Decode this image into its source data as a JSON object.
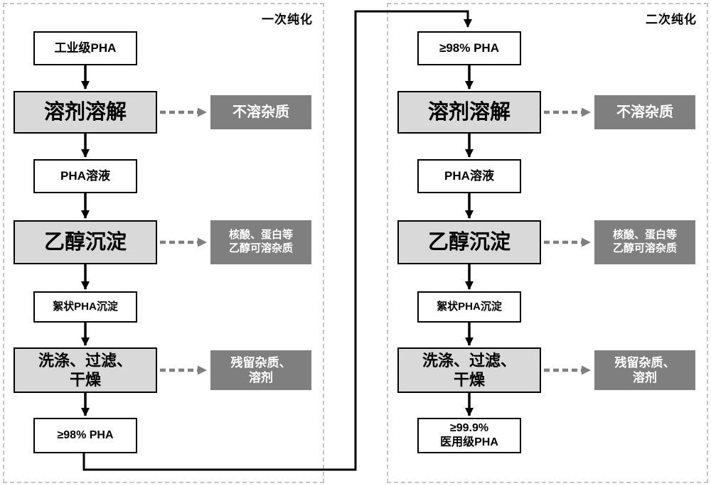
{
  "panels": [
    {
      "title": "一次纯化",
      "input": "工业级PHA",
      "step1": "溶剂溶解",
      "side1": "不溶杂质",
      "mid1": "PHA溶液",
      "step2": "乙醇沉淀",
      "side2_line1": "核酸、蛋白等",
      "side2_line2": "乙醇可溶杂质",
      "mid2": "絮状PHA沉淀",
      "step3_line1": "洗涤、过滤、",
      "step3_line2": "干燥",
      "side3_line1": "残留杂质、",
      "side3_line2": "溶剂",
      "output_line1": "≥98% PHA",
      "output_line2": ""
    },
    {
      "title": "二次纯化",
      "input": "≥98% PHA",
      "step1": "溶剂溶解",
      "side1": "不溶杂质",
      "mid1": "PHA溶液",
      "step2": "乙醇沉淀",
      "side2_line1": "核酸、蛋白等",
      "side2_line2": "乙醇可溶杂质",
      "mid2": "絮状PHA沉淀",
      "step3_line1": "洗涤、过滤、",
      "step3_line2": "干燥",
      "side3_line1": "残留杂质、",
      "side3_line2": "溶剂",
      "output_line1": "≥99.9%",
      "output_line2": "医用级PHA"
    }
  ],
  "colors": {
    "process_box_bg": "#d9d9d9",
    "impurity_box_bg": "#7f7f7f",
    "plain_box_bg": "#ffffff",
    "box_border": "#000000",
    "panel_border": "#c4c4c4",
    "dashed_arrow": "#7f7f7f"
  }
}
